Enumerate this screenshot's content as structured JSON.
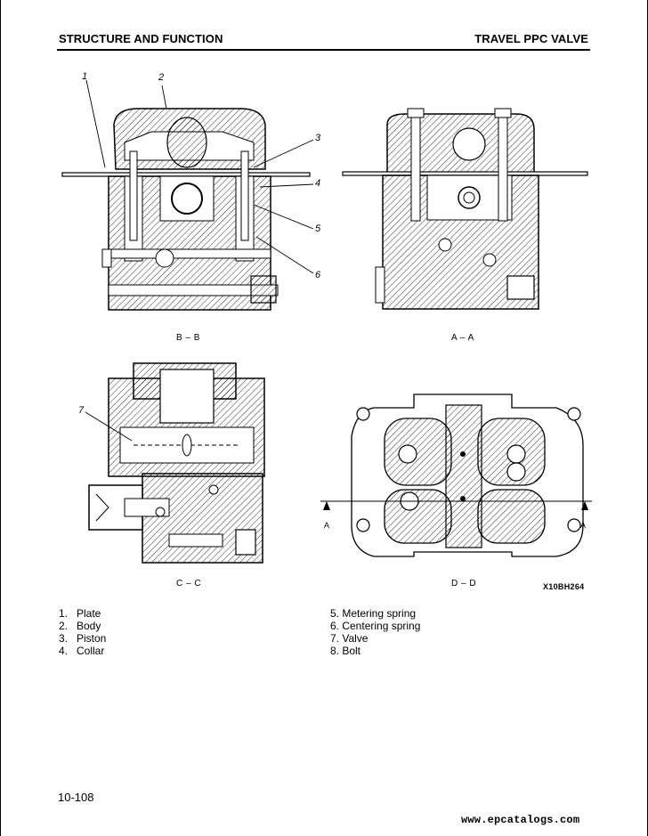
{
  "header": {
    "left_title": "STRUCTURE AND FUNCTION",
    "right_title": "TRAVEL PPC VALVE"
  },
  "figure": {
    "views": [
      {
        "label": "B – B"
      },
      {
        "label": "A – A"
      },
      {
        "label": "C – C"
      },
      {
        "label": "D – D"
      }
    ],
    "drawing_code": "X10BH264",
    "callouts": [
      "1",
      "2",
      "3",
      "4",
      "5",
      "6",
      "7"
    ],
    "section_cut_letter": "A"
  },
  "legend": {
    "left": [
      {
        "num": "1.",
        "label": "Plate"
      },
      {
        "num": "2.",
        "label": "Body"
      },
      {
        "num": "3.",
        "label": "Piston"
      },
      {
        "num": "4.",
        "label": "Collar"
      }
    ],
    "right": [
      {
        "text": "5. Metering spring"
      },
      {
        "text": "6. Centering spring"
      },
      {
        "text": "7. Valve"
      },
      {
        "text": "8. Bolt"
      }
    ]
  },
  "footer": {
    "page_number": "10-108",
    "watermark": "www.epcatalogs.com"
  }
}
